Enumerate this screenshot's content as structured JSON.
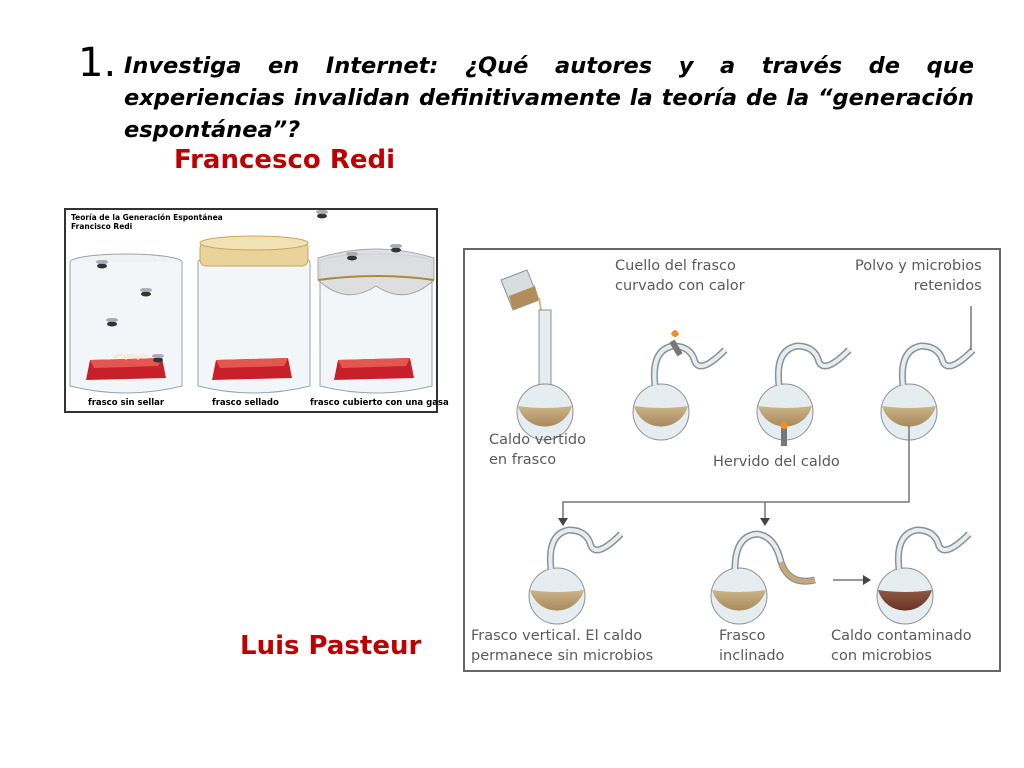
{
  "question": {
    "number": "1.",
    "text": "Investiga en Internet: ¿Qué autores y a través de que experiencias invalidan definitivamente la teoría de la “generación espontánea”?"
  },
  "authors": {
    "redi": "Francesco Redi",
    "pasteur": "Luis Pasteur"
  },
  "redi_figure": {
    "title_line1": "Teoría de la Generación Espontánea",
    "title_line2": "Francisco Redi",
    "captions": [
      "frasco sin sellar",
      "frasco sellado",
      "frasco cubierto con una gasa"
    ]
  },
  "pasteur_figure": {
    "labels": {
      "cuello": "Cuello del frasco\ncurvado con calor",
      "polvo": "Polvo y microbios\nretenidos",
      "caldo": "Caldo vertido\nen frasco",
      "hervido": "Hervido del caldo",
      "vertical": "Frasco vertical. El caldo\npermanece sin microbios",
      "inclinado": "Frasco\ninclinado",
      "contaminado": "Caldo contaminado\ncon microbios"
    }
  },
  "colors": {
    "author_name": "#c00000",
    "broth": "#b89a6e",
    "contaminated_broth": "#7a3c2e",
    "meat": "#c8202a"
  }
}
